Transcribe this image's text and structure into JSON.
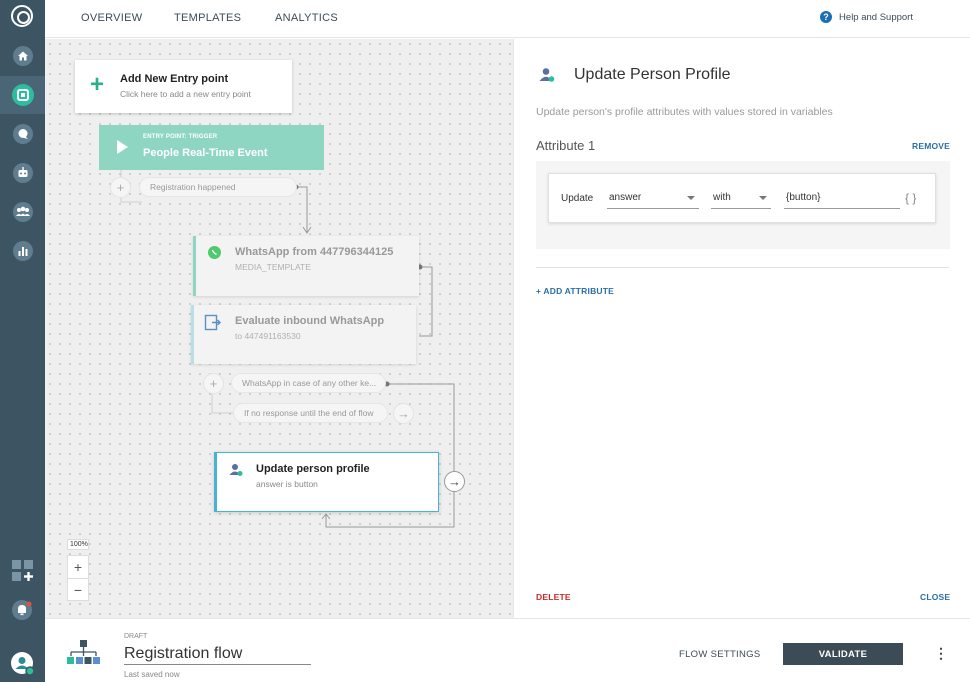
{
  "nav": {
    "tabs": [
      {
        "label": "OVERVIEW"
      },
      {
        "label": "TEMPLATES"
      },
      {
        "label": "ANALYTICS"
      }
    ],
    "help_label": "Help and Support"
  },
  "sidebar": {
    "items": [
      {
        "icon": "home-icon"
      },
      {
        "icon": "flows-icon",
        "active": true
      },
      {
        "icon": "conversations-icon"
      },
      {
        "icon": "bot-icon"
      },
      {
        "icon": "people-icon"
      },
      {
        "icon": "analytics-icon"
      },
      {
        "icon": "apps-add-icon"
      },
      {
        "icon": "notifications-icon"
      },
      {
        "icon": "user-avatar-icon"
      }
    ]
  },
  "canvas": {
    "add_entry": {
      "title": "Add New Entry point",
      "subtitle": "Click here to add a new entry point"
    },
    "trigger": {
      "tag": "ENTRY POINT: TRIGGER",
      "title": "People Real-Time Event"
    },
    "trigger_condition": "Registration happened",
    "nodes": [
      {
        "title": "WhatsApp from 447796344125",
        "subtitle": "MEDIA_TEMPLATE"
      },
      {
        "title": "Evaluate inbound WhatsApp",
        "subtitle": "to 447491163530"
      },
      {
        "title": "Update person profile",
        "subtitle": "answer is button"
      }
    ],
    "branches": [
      "WhatsApp in case of any other ke...",
      "If no response until the end of flow"
    ],
    "zoom_level": "100%"
  },
  "panel": {
    "title": "Update Person Profile",
    "description": "Update person's profile attributes with values stored in variables",
    "attribute_label": "Attribute 1",
    "remove_label": "REMOVE",
    "update_label": "Update",
    "attribute_value": "answer",
    "operator_value": "with",
    "variable_value": "{button}",
    "braces": "{ }",
    "add_attribute_label": "+ ADD ATTRIBUTE",
    "delete_label": "DELETE",
    "close_label": "CLOSE"
  },
  "footer": {
    "status": "DRAFT",
    "flow_name": "Registration flow",
    "saved_status": "Last saved now",
    "flow_settings_label": "FLOW SETTINGS",
    "validate_label": "VALIDATE",
    "more_label": "⋮"
  },
  "colors": {
    "sidebar": "#3d5563",
    "trigger": "#8fd6c2",
    "accent_blue": "#2a6fa8",
    "delete_red": "#c62a2a",
    "validate_button": "#3b4c57",
    "active_node_border": "#48b3cf"
  }
}
